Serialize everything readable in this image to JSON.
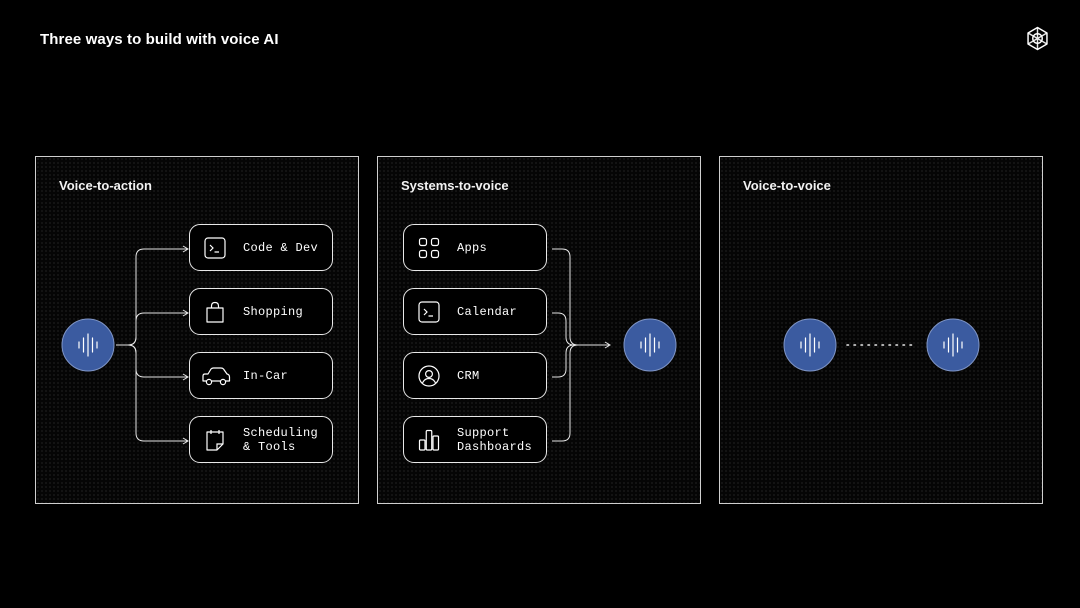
{
  "title": "Three ways to build with voice AI",
  "colors": {
    "background": "#000000",
    "orb": "#3b5ba0",
    "border": "#cfcfcf"
  },
  "panels": [
    {
      "label": "Voice-to-action",
      "items": [
        {
          "label": "Code & Dev",
          "icon": "terminal-icon"
        },
        {
          "label": "Shopping",
          "icon": "shopping-bag-icon"
        },
        {
          "label": "In-Car",
          "icon": "car-icon"
        },
        {
          "label": "Scheduling\n& Tools",
          "icon": "calendar-note-icon"
        }
      ]
    },
    {
      "label": "Systems-to-voice",
      "items": [
        {
          "label": "Apps",
          "icon": "apps-grid-icon"
        },
        {
          "label": "Calendar",
          "icon": "terminal-icon"
        },
        {
          "label": "CRM",
          "icon": "user-icon"
        },
        {
          "label": "Support\nDashboards",
          "icon": "bar-chart-icon"
        }
      ]
    },
    {
      "label": "Voice-to-voice"
    }
  ]
}
